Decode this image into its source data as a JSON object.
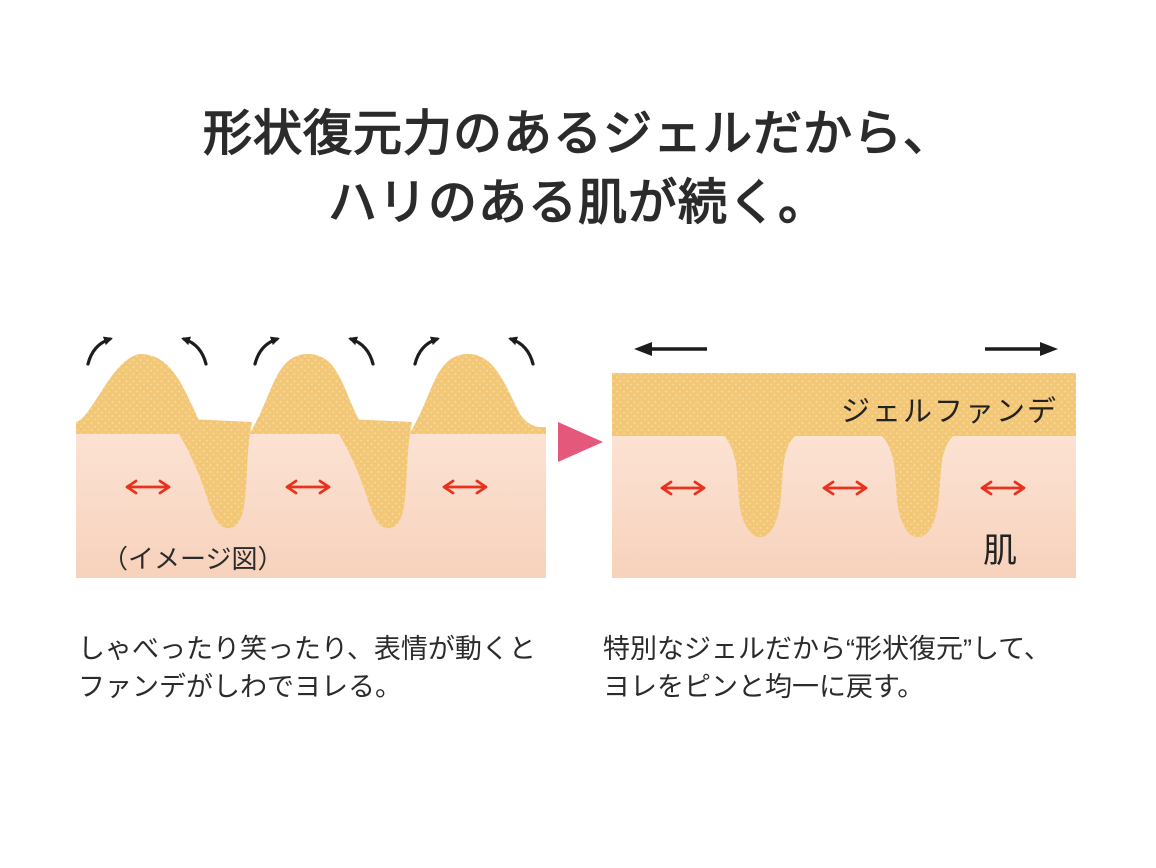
{
  "title": {
    "line1": "形状復元力のあるジェルだから、",
    "line2": "ハリのある肌が続く。"
  },
  "before_panel": {
    "image_note": "（イメージ図）",
    "caption_line1": "しゃべったり笑ったり、表情が動くと",
    "caption_line2": "ファンデがしわでヨレる。"
  },
  "after_panel": {
    "foundation_label": "ジェルファンデ",
    "skin_label": "肌",
    "caption_line1": "特別なジェルだから“形状復元”して、",
    "caption_line2": "ヨレをピンと均一に戻す。"
  },
  "icons": {
    "transition_arrow_icon": "right-pointing solid pink triangle",
    "lift_arrow_icon": "curved black arrow showing foundation creasing upward",
    "release_arrow_icon": "straight black horizontal arrow (outward)",
    "stretch_arrow_icon": "red double-headed horizontal arrow (skin movement)"
  },
  "colors": {
    "background": "#FFFFFF",
    "text": "#2B2B2B",
    "foundation": "#F3C778",
    "foundation_speckle": "#FAE0A6",
    "skin_top": "#FCE2D3",
    "skin_bottom": "#F7D2BC",
    "red_arrow": "#E8321E",
    "black_arrow": "#1C1C1C",
    "transition_pink": "#E4587C"
  }
}
